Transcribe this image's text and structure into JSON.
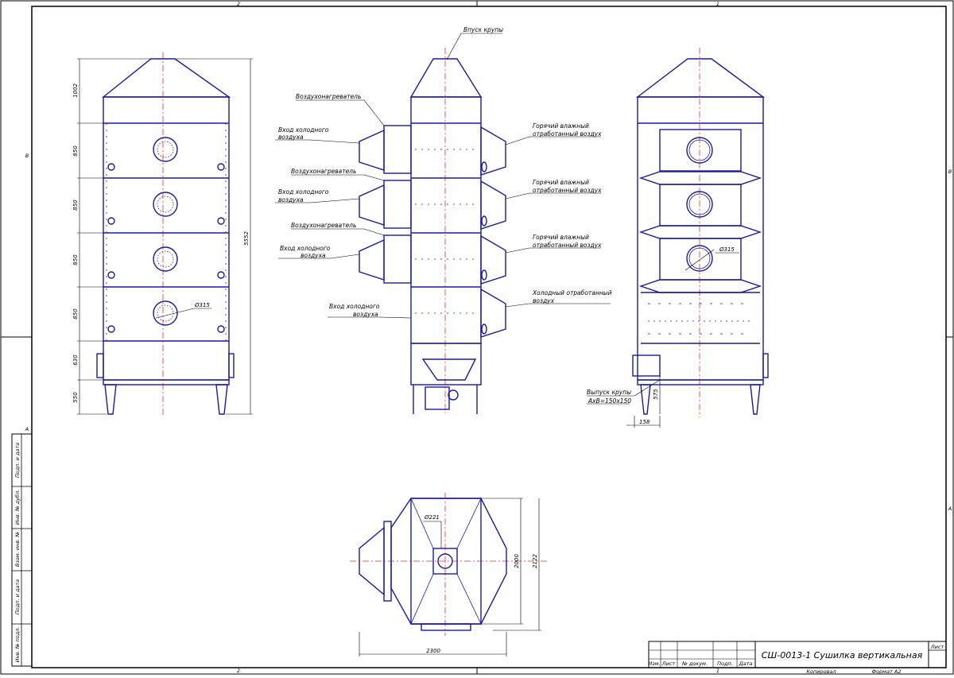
{
  "frame": {
    "zone_top_left": "2",
    "zone_top_right": "1",
    "zone_bottom_left": "2",
    "zone_bottom_right": "1",
    "zone_left_upper": "B",
    "zone_left_lower": "A",
    "zone_right_upper": "B",
    "zone_right_lower": "A"
  },
  "side_stamp": {
    "cells": [
      "Подп. и дата",
      "Инв. № дубл.",
      "Взам. инв. №",
      "Подп. и дата",
      "Инв. № подл."
    ]
  },
  "front_view": {
    "dims": [
      "1002",
      "850",
      "850",
      "850",
      "850",
      "630",
      "550"
    ],
    "total_height": "5552",
    "diameter": "Ø315"
  },
  "section_view": {
    "labels": {
      "grain_inlet": "Впуск крупы",
      "heater_1": "Воздухонагреватель",
      "heater_2": "Воздухонагреватель",
      "heater_3": "Воздухонагреватель",
      "cold_air_1": [
        "Вход холодного",
        "воздуха"
      ],
      "cold_air_2": [
        "Вход холодного",
        "воздуха"
      ],
      "cold_air_3": [
        "Вход холодного",
        "воздуха"
      ],
      "cold_air_4": [
        "Вход холодного",
        "воздуха"
      ],
      "hot_exhaust_1": [
        "Горячий влажный",
        "отработанный воздух"
      ],
      "hot_exhaust_2": [
        "Горячий влажный",
        "отработанный воздух"
      ],
      "hot_exhaust_3": [
        "Горячий влажный",
        "отработанный воздух"
      ],
      "cold_exhaust": [
        "Холодный отработанный",
        "воздух"
      ]
    }
  },
  "side_view": {
    "diameter": "Ø315",
    "outlet_label": [
      "Выпуск крупы",
      "AxB=150x150"
    ],
    "dim_575": "575",
    "dim_158": "158"
  },
  "plan_view": {
    "diameter": "Ø221",
    "dim_2000": "2000",
    "dim_2122": "2122",
    "dim_2300": "2300"
  },
  "title_block": {
    "headers": [
      "Изм.",
      "Лист",
      "№ докум.",
      "Подп.",
      "Дата"
    ],
    "title": "СШ-0013-1 Сушилка вертикальная",
    "sheet_label": "Лист",
    "copied": "Копировал",
    "format": "Формат A2"
  }
}
